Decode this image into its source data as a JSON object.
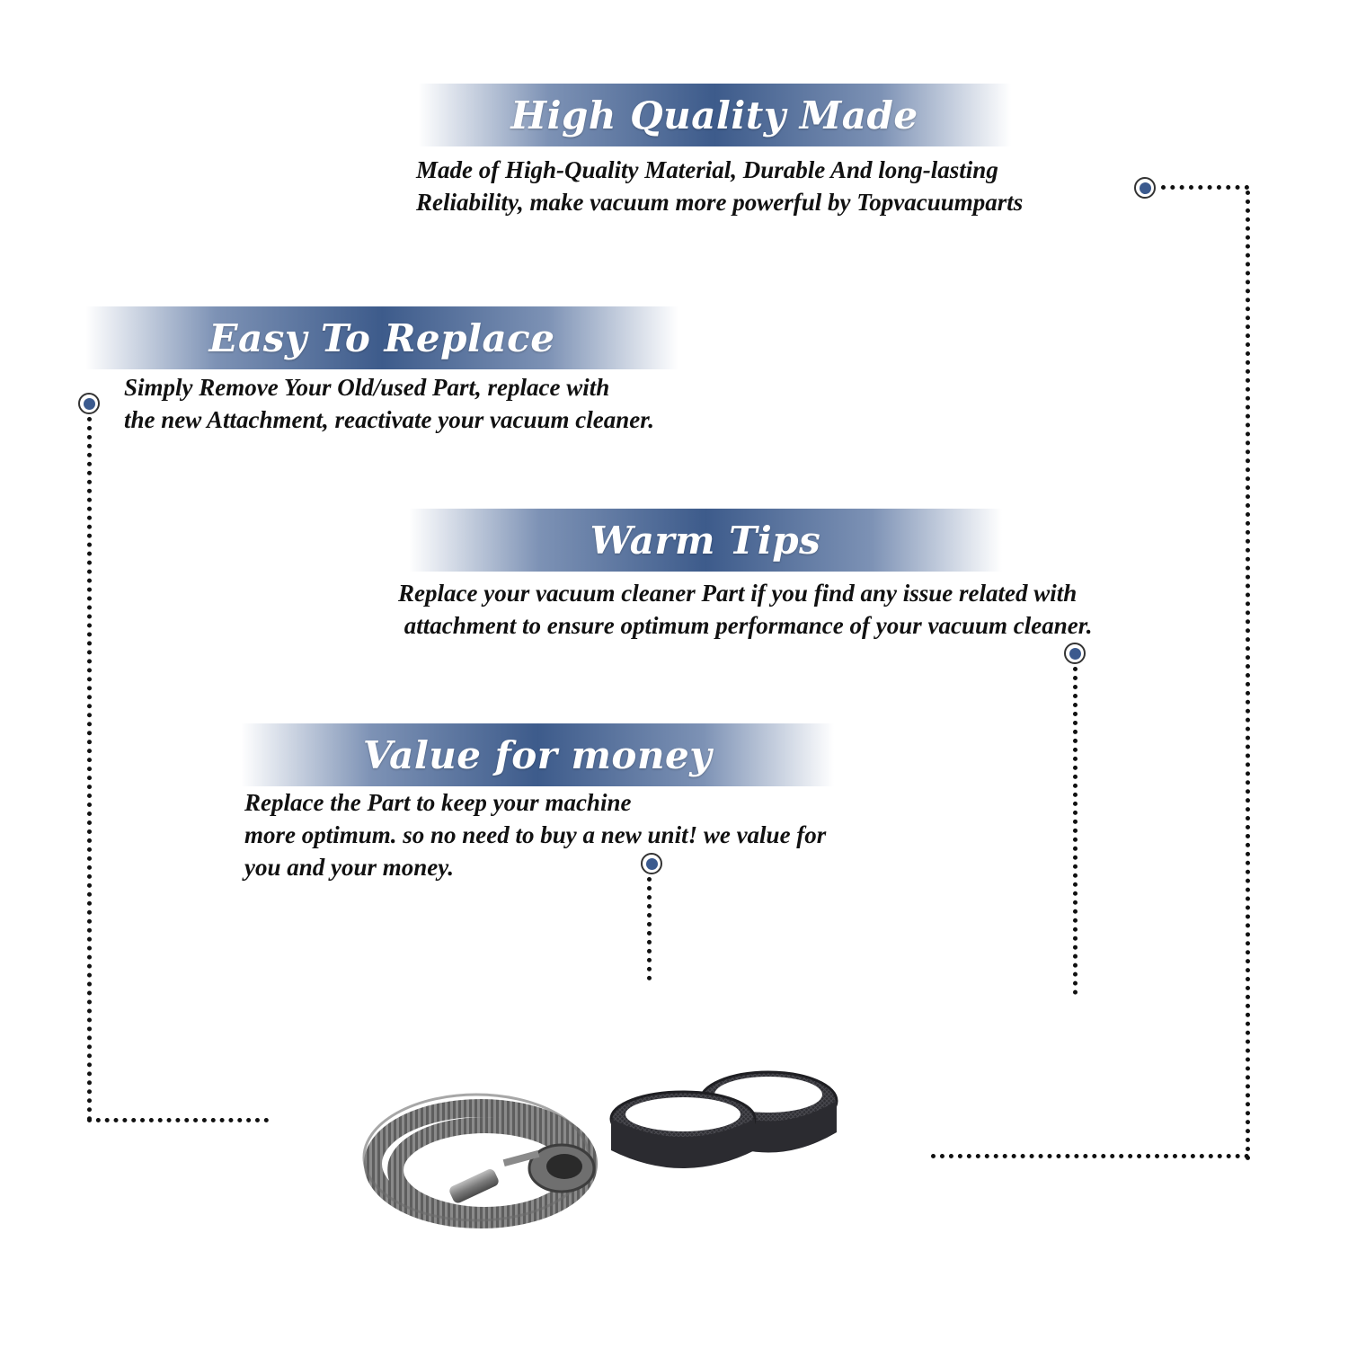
{
  "sections": [
    {
      "title": "High Quality Made",
      "lines": [
        "Made of  High-Quality Material, Durable And long-lasting",
        "Reliability, make vacuum more powerful by Topvacuumparts"
      ]
    },
    {
      "title": "Easy To Replace",
      "lines": [
        "Simply Remove Your Old/used Part, replace with",
        "the new Attachment, reactivate your vacuum cleaner."
      ]
    },
    {
      "title": "Warm Tips",
      "lines": [
        "Replace your vacuum cleaner Part if you find any issue related with",
        " attachment to ensure optimum performance of your vacuum cleaner."
      ]
    },
    {
      "title": "Value for money",
      "lines": [
        "Replace the Part to keep your machine",
        "more optimum. so no need to buy a new unit! we value for",
        "you and your money."
      ]
    }
  ],
  "colors": {
    "banner_mid": "#3d5b8b",
    "dot_fill": "#3b5a8e"
  },
  "product_image": "vacuum-hose-and-belts"
}
